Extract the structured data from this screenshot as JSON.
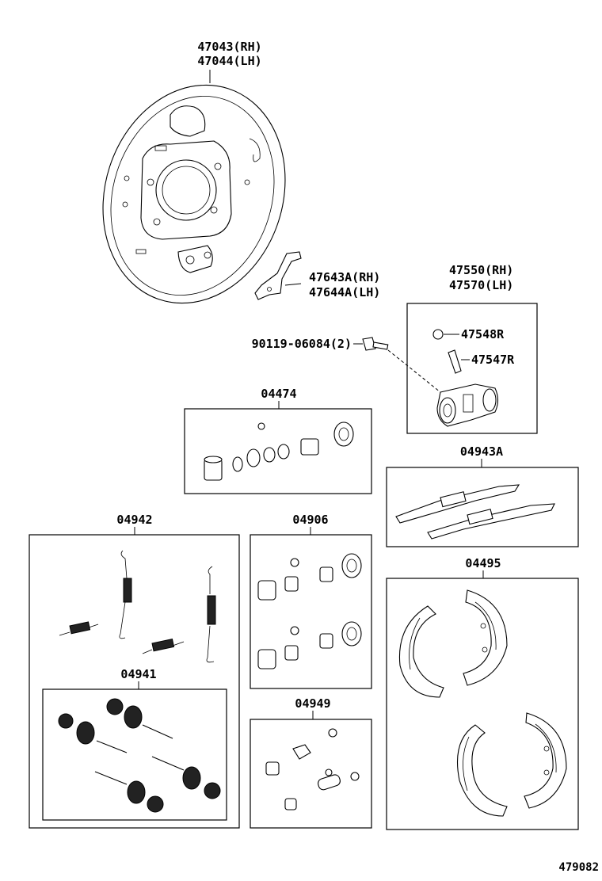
{
  "labels": {
    "backing_plate_rh": "47043(RH)",
    "backing_plate_lh": "47044(LH)",
    "bracket_rh": "47643A(RH)",
    "bracket_lh": "47644A(LH)",
    "wheel_cyl_rh": "47550(RH)",
    "wheel_cyl_lh": "47570(LH)",
    "bleeder_cap": "47548R",
    "bleeder_plug": "47547R",
    "bolt": "90119-06084(2)",
    "cyl_kit": "04474",
    "adjuster_kit": "04943A",
    "spring_set": "04942",
    "cup_kit": "04906",
    "shoe_set": "04495",
    "hold_down_kit": "04941",
    "pin_kit": "04949",
    "diagram_id": "479082"
  }
}
